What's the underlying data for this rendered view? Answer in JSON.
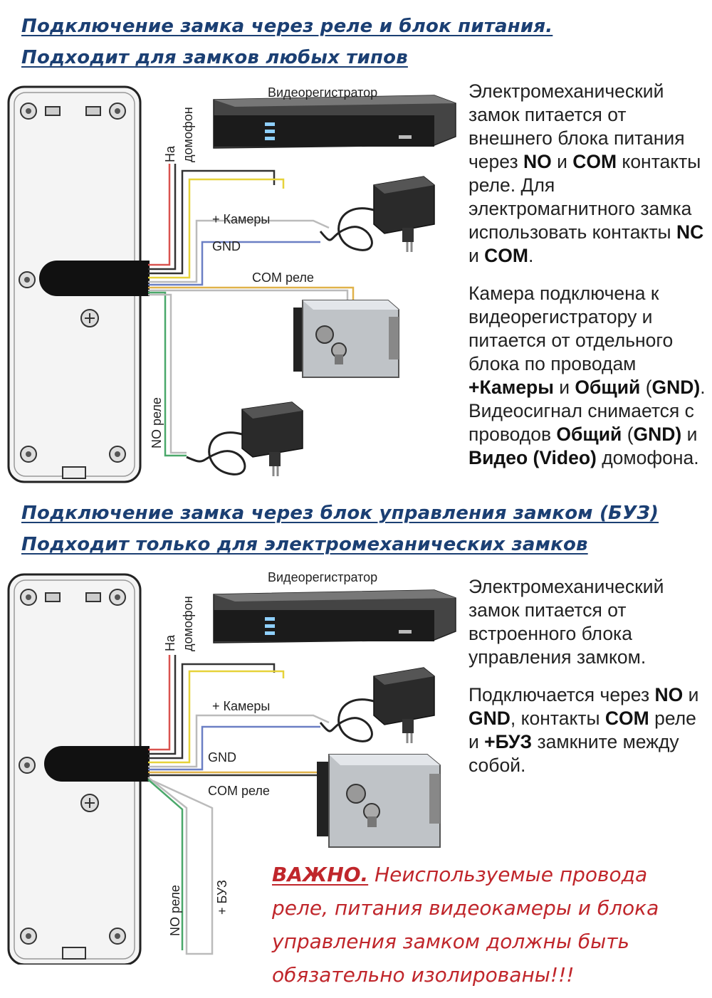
{
  "section1": {
    "title_line1": "Подключение замка через реле и блок питания.",
    "title_line2": "Подходит для замков любых типов",
    "labels": {
      "dvr": "Видеорегистратор",
      "intercom_top": "На",
      "intercom_bottom": "домофон",
      "camera_plus": "+ Камеры",
      "gnd": "GND",
      "com_relay": "COM реле",
      "no_relay": "NO реле"
    },
    "desc": {
      "p1_a": "Электромеханический замок питается от внешнего блока питания через ",
      "p1_no": "NO",
      "p1_b": " и ",
      "p1_com": "COM",
      "p1_c": " контакты реле. Для электромагнитного замка использовать контакты ",
      "p1_nc": "NC",
      "p1_d": " и ",
      "p1_com2": "COM",
      "p1_e": ".",
      "p2_a": "Камера подключена к видеорегистратору и питается от отдельного блока по проводам ",
      "p2_cam": "+Камеры",
      "p2_b": " и ",
      "p2_common": "Общий",
      "p2_c": " (",
      "p2_gnd": "GND)",
      "p2_d": ". Видеосигнал снимается с проводов ",
      "p2_common2": "Общий",
      "p2_e": " (",
      "p2_gnd2": "GND)",
      "p2_f": " и ",
      "p2_video": "Видео (Video)",
      "p2_g": " домофона."
    }
  },
  "section2": {
    "title_line1": "Подключение замка через блок управления замком (БУЗ)",
    "title_line2": "Подходит только для электромеханических замков",
    "labels": {
      "dvr": "Видеорегистратор",
      "intercom_top": "На",
      "intercom_bottom": "домофон",
      "camera_plus": "+ Камеры",
      "gnd": "GND",
      "com_relay": "COM реле",
      "no_relay": "NO реле",
      "buz_plus": "+ БУЗ"
    },
    "desc": {
      "p1": "Электромеханический замок питается от встроенного блока управления замком.",
      "p2_a": "Подключается через ",
      "p2_no": "NO",
      "p2_b": " и ",
      "p2_gnd": "GND",
      "p2_c": ", контакты ",
      "p2_com": "COM",
      "p2_d": " реле и ",
      "p2_buz": "+БУЗ",
      "p2_e": " замкните между собой."
    }
  },
  "warning": {
    "title": "ВАЖНО.",
    "text": " Неиспользуемые провода реле, питания видеокамеры и блока управления замком должны быть обязательно изолированы!!!"
  },
  "colors": {
    "heading": "#1b3f73",
    "warning": "#c0262b",
    "wire_red": "#d9534f",
    "wire_black": "#333333",
    "wire_yellow": "#e6d23a",
    "wire_white": "#bbbbbb",
    "wire_blue": "#6b7fc4",
    "wire_green": "#4aa86a",
    "wire_orange": "#e0b24a"
  }
}
